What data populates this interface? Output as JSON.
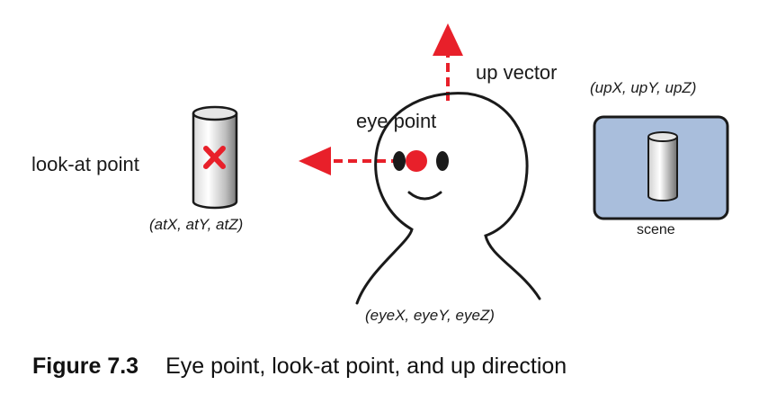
{
  "labels": {
    "look_at_point": "look-at point",
    "look_at_coords": "(atX, atY, atZ)",
    "eye_point": "eye point",
    "eye_coords": "(eyeX, eyeY, eyeZ)",
    "up_vector": "up vector",
    "up_coords": "(upX, upY, upZ)",
    "scene": "scene"
  },
  "caption": {
    "number": "Figure 7.3",
    "text": "Eye point, look-at point, and up direction"
  },
  "colors": {
    "arrow": "#e8202a",
    "eye_dot": "#e8202a",
    "cross": "#e8202a",
    "scene_panel": "#a9bedc",
    "outline": "#1a1a1a"
  },
  "icons": [
    "look-at-cylinder",
    "head-outline",
    "eye-dot",
    "up-arrow",
    "gaze-arrow",
    "scene-panel"
  ]
}
